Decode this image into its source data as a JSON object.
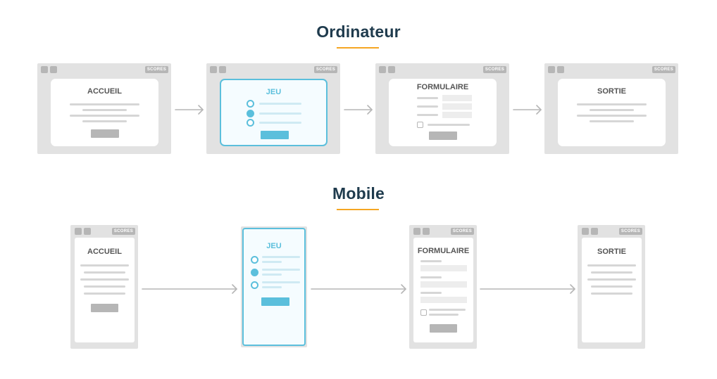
{
  "sections": {
    "desktop_title": "Ordinateur",
    "mobile_title": "Mobile"
  },
  "badge": "SCORES",
  "screens": {
    "home": "ACCUEIL",
    "game": "JEU",
    "form": "FORMULAIRE",
    "exit": "SORTIE"
  },
  "colors": {
    "title": "#1f3b4d",
    "underline": "#f5a623",
    "active": "#5bbfdc",
    "frame": "#e2e2e2",
    "placeholder": "#b6b6b6"
  }
}
